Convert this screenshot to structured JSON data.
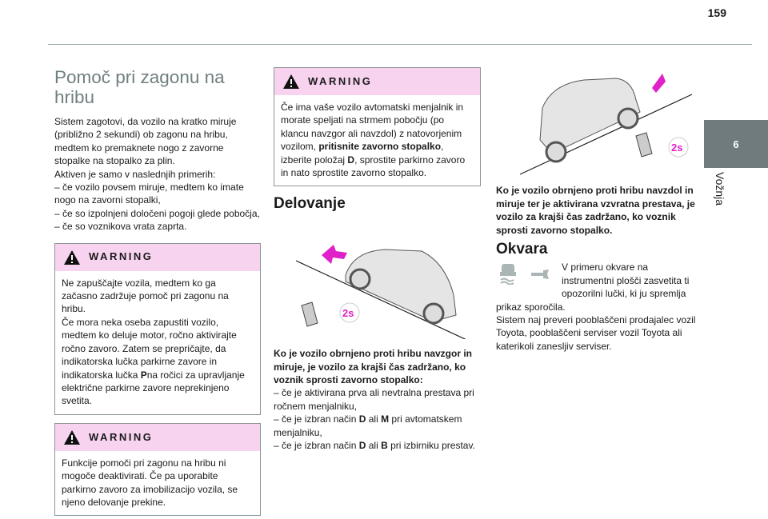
{
  "page_number": "159",
  "side_tab": {
    "chapter": "6",
    "label": "Vožnja"
  },
  "col1": {
    "title": "Pomoč pri zagonu na hribu",
    "intro": "Sistem zagotovi, da vozilo na kratko miruje (približno 2 sekundi) ob zagonu na hribu, medtem ko premaknete nogo z zavorne stopalke na stopalko za plin.",
    "active_when": "Aktiven je samo v naslednjih primerih:",
    "list": [
      "– če vozilo povsem miruje, medtem ko imate nogo na zavorni stopalki,",
      "– če so izpolnjeni določeni pogoji glede pobočja,",
      "– če so voznikova vrata zaprta."
    ],
    "warning1": {
      "label": "WARNING",
      "t1": "Ne zapuščajte vozila, medtem ko ga začasno zadržuje pomoč pri zagonu na hribu.",
      "t2": "Če mora neka oseba zapustiti vozilo, medtem ko deluje motor, ročno aktivirajte ročno zavoro. Zatem se prepričajte, da indikatorska lučka parkirne zavore in indikatorska lučka ",
      "bold": "P",
      "t3": "na ročici za upravljanje električne parkirne zavore neprekinjeno svetita."
    },
    "warning2": {
      "label": "WARNING",
      "text": "Funkcije pomoči pri zagonu na hribu ni mogoče deaktivirati. Če pa uporabite parkirno zavoro za imobilizacijo vozila, se njeno delovanje prekine."
    }
  },
  "col2": {
    "warning": {
      "label": "WARNING",
      "t1": "Če ima vaše vozilo avtomatski menjalnik in morate speljati na strmem pobočju (po klancu navzgor ali navzdol) z natovorjenim vozilom, ",
      "b1": "pritisnite zavorno stopalko",
      "t2": ", izberite položaj ",
      "b2": "D",
      "t3": ", sprostite parkirno zavoro in nato sprostite zavorno stopalko."
    },
    "heading": "Delovanje",
    "figure_label": "2s",
    "bold_text": "Ko je vozilo obrnjeno proti hribu navzgor in miruje, je vozilo za krajši čas zadržano, ko voznik sprosti zavorno stopalko:",
    "l1": "– če je aktivirana prva ali nevtralna prestava pri ročnem menjalniku,",
    "l2a": "– če je izbran način ",
    "l2b": "D",
    "l2c": " ali ",
    "l2d": "M",
    "l2e": " pri avtomatskem menjalniku,",
    "l3a": "– če je izbran način ",
    "l3b": "D",
    "l3c": " ali  ",
    "l3d": "B",
    "l3e": "  pri izbirniku prestav."
  },
  "col3": {
    "figure_label": "2s",
    "bold_text": "Ko je vozilo obrnjeno proti hribu navzdol in miruje ter je aktivirana vzvratna prestava, je vozilo za krajši čas zadržano, ko voznik sprosti zavorno stopalko.",
    "heading": "Okvara",
    "p1": "V primeru okvare na instrumentni plošči zasvetita ti opozorilni lučki, ki ju spremlja prikaz sporočila.",
    "p2": "Sistem naj preveri pooblaščeni prodajalec vozil Toyota, pooblaščeni serviser vozil Toyota ali katerikoli zanesljiv serviser."
  },
  "colors": {
    "accent": "#e020c8",
    "warning_bg": "#f7d3f0",
    "tab": "#6f7b7c"
  }
}
